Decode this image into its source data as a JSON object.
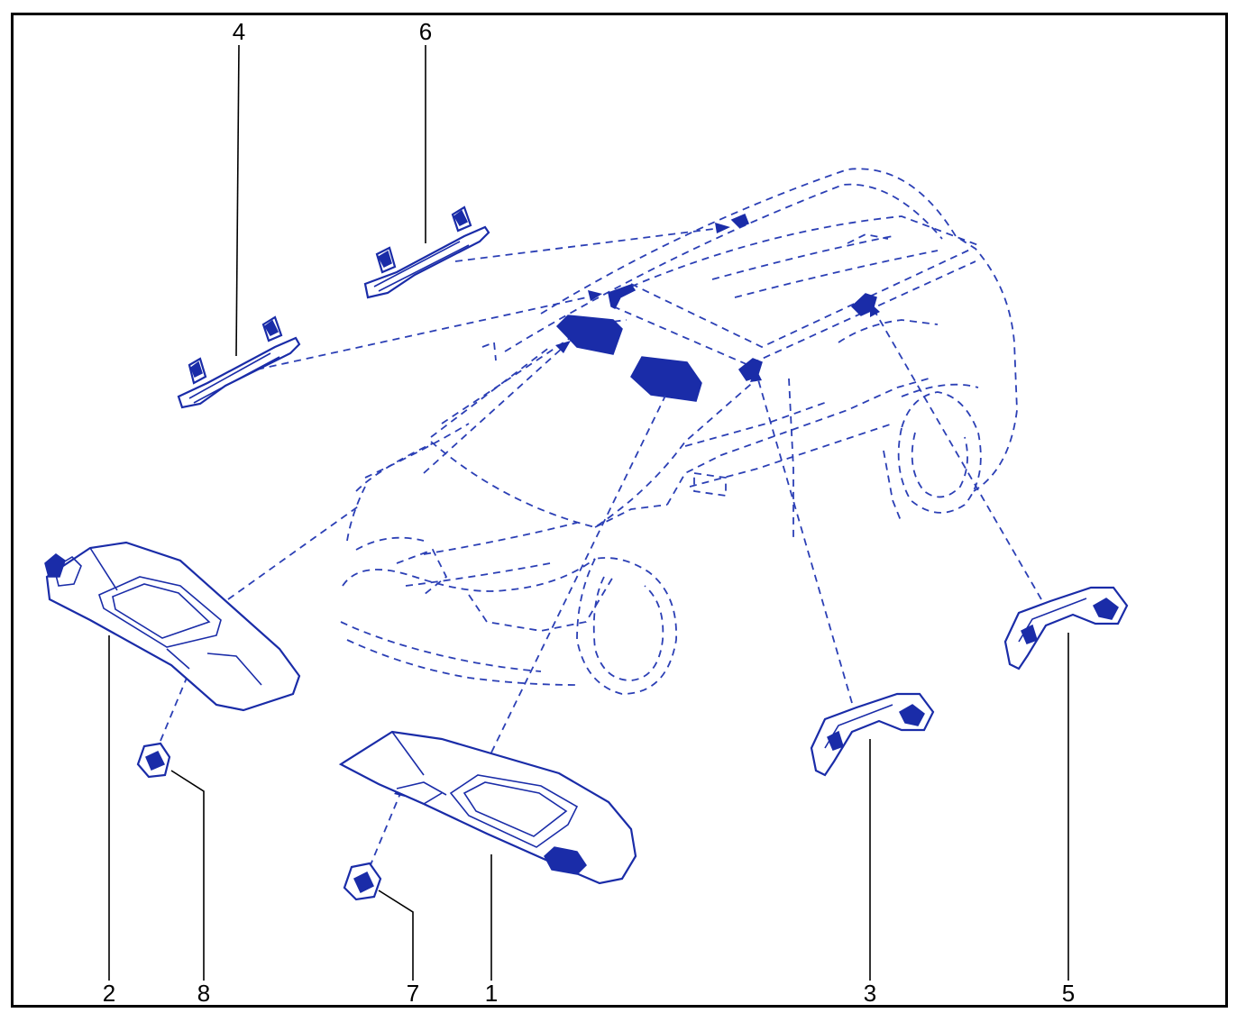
{
  "figure": {
    "callouts": [
      {
        "id": "c1",
        "label": "1"
      },
      {
        "id": "c2",
        "label": "2"
      },
      {
        "id": "c3",
        "label": "3"
      },
      {
        "id": "c4",
        "label": "4"
      },
      {
        "id": "c5",
        "label": "5"
      },
      {
        "id": "c6",
        "label": "6"
      },
      {
        "id": "c7",
        "label": "7"
      },
      {
        "id": "c8",
        "label": "8"
      }
    ],
    "colors": {
      "line": "#1a2ca8",
      "dashed": "#2b3fb5",
      "leader": "#000000",
      "frame": "#000000"
    }
  }
}
